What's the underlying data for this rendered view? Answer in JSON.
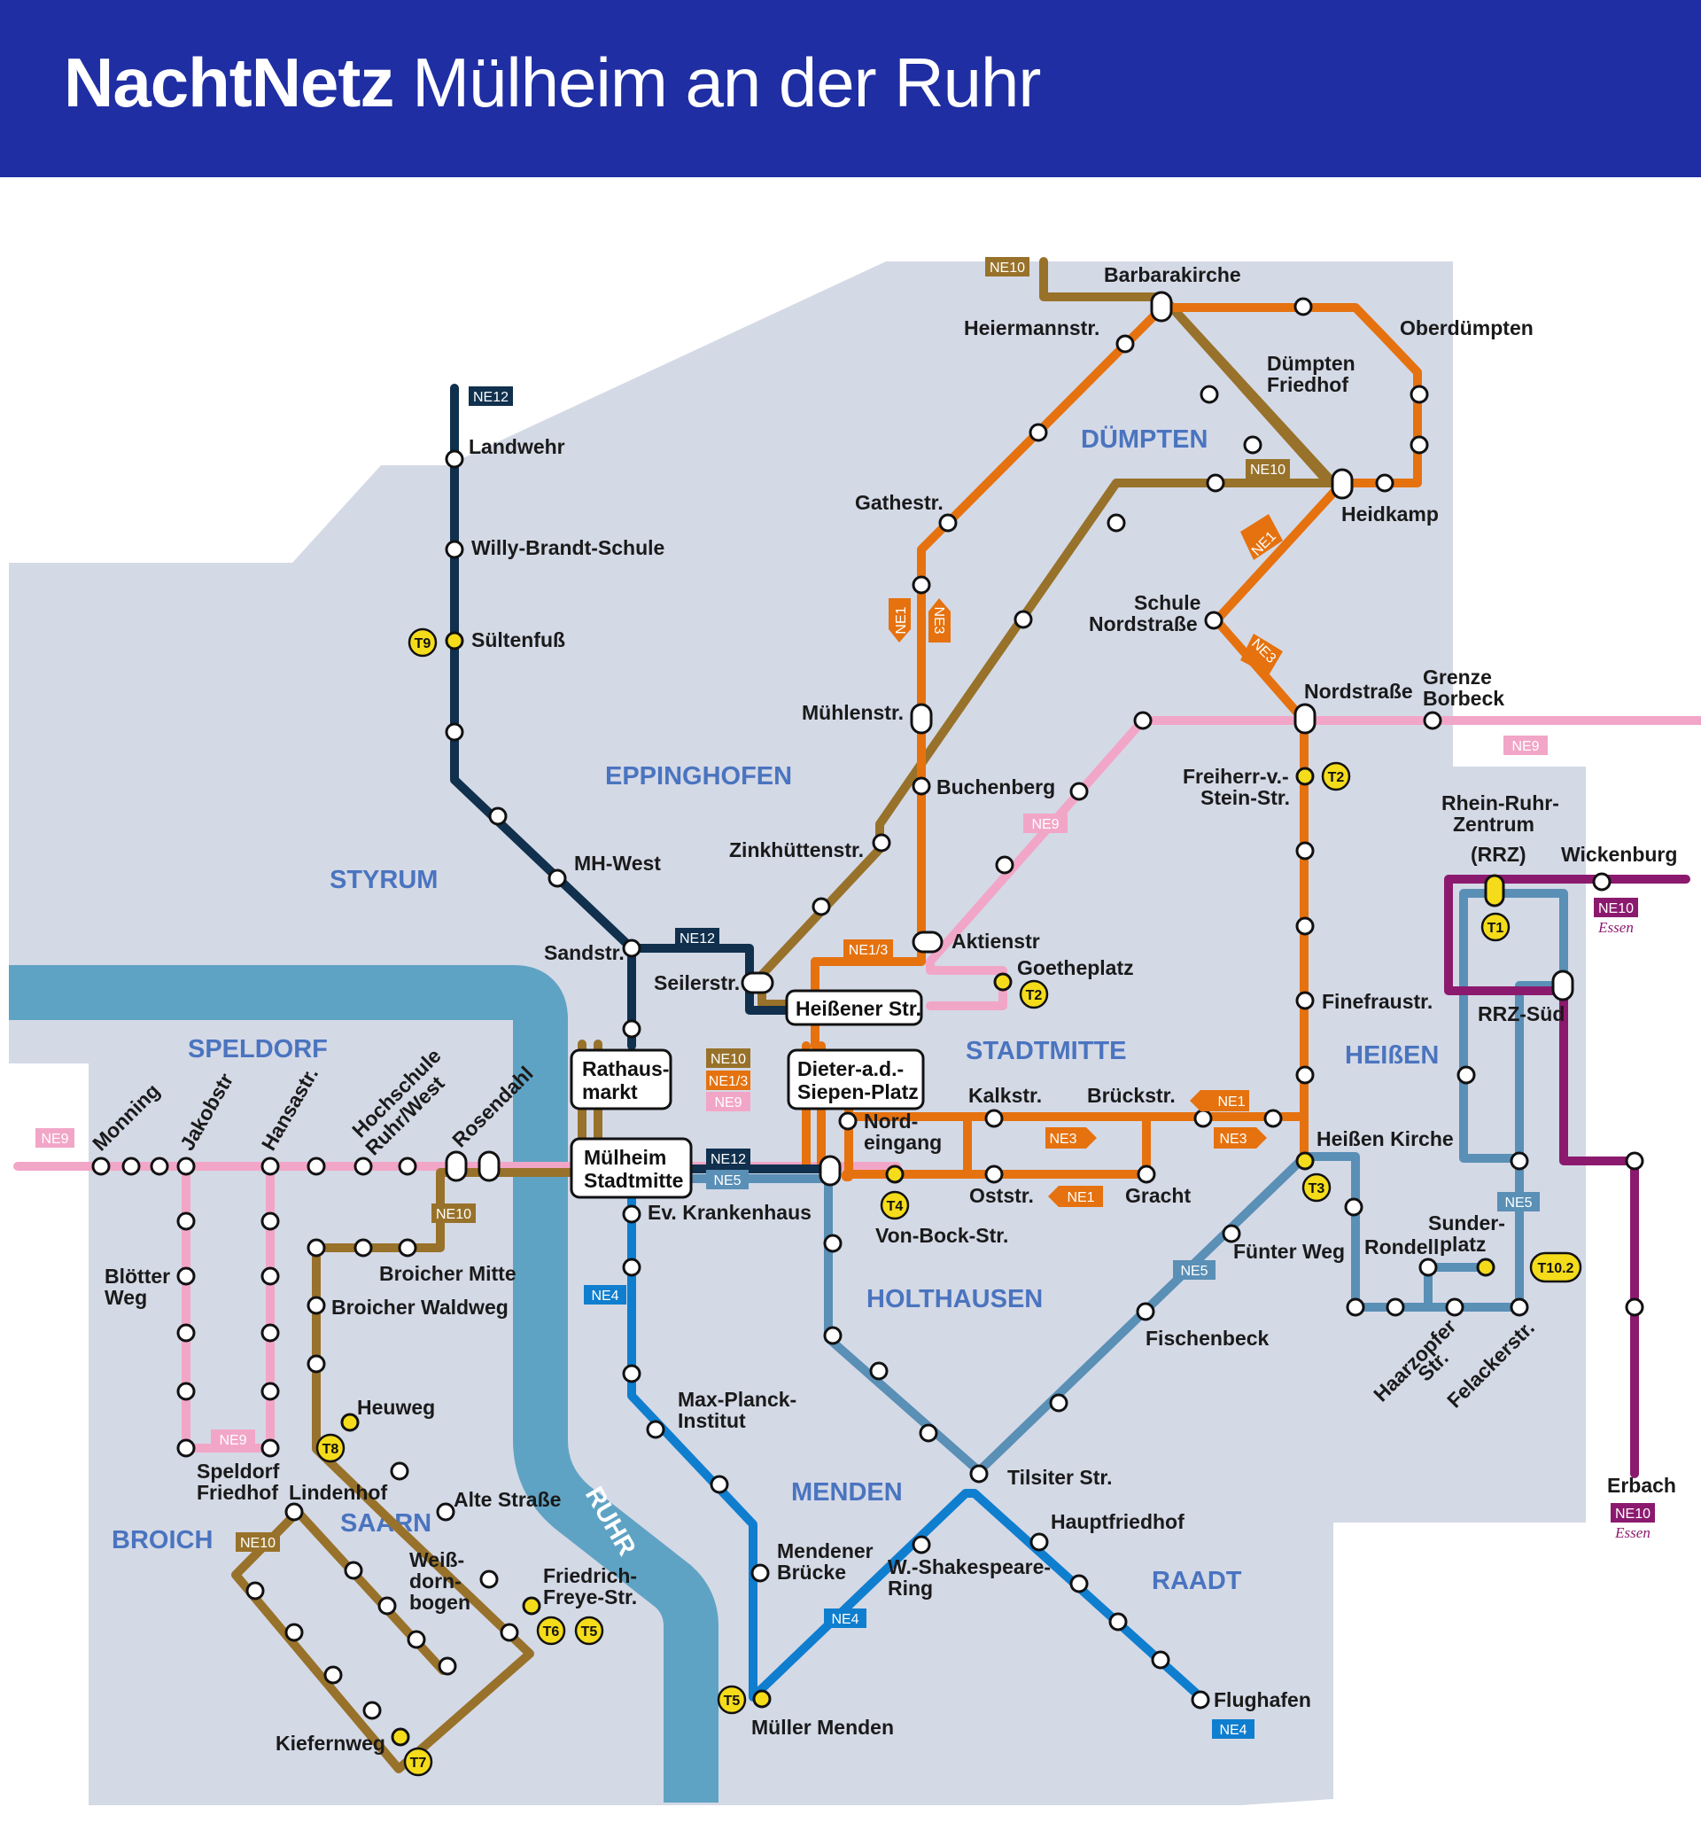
{
  "title": {
    "bold": "NachtNetz",
    "rest": " Mülheim an der Ruhr"
  },
  "colors": {
    "header": "#1f2ea3",
    "area": "#d4d9e6",
    "river": "#5fa3c4",
    "NE1": "#e5720f",
    "NE3": "#e5720f",
    "NE4": "#0f7ecf",
    "NE5": "#5a8fb6",
    "NE9": "#f2a6c7",
    "NE10": "#98722a",
    "NE12": "#10304d",
    "NE10_Essen": "#8b1a6f",
    "tram": "#f5dc1a"
  },
  "river_label": "RUHR",
  "districts": [
    "DÜMPTEN",
    "EPPINGHOFEN",
    "STYRUM",
    "SPELDORF",
    "STADTMITTE",
    "HEIßEN",
    "HOLTHAUSEN",
    "MENDEN",
    "BROICH",
    "SAARN",
    "RAADT"
  ],
  "hubs": {
    "h1": [
      "Heißener Str."
    ],
    "h2": [
      "Rathaus-",
      "markt"
    ],
    "h3": [
      "Dieter-a.d.-",
      "Siepen-Platz"
    ],
    "h4": [
      "Mülheim",
      "Stadtmitte"
    ]
  },
  "stations": [
    "Barbarakirche",
    "Heiermannstr.",
    "Oberdümpten",
    "Dümpten",
    "Friedhof",
    "Gathestr.",
    "Heidkamp",
    "Schule",
    "Nordstraße",
    "Landwehr",
    "Willy-Brandt-Schule",
    "Sültenfuß",
    "Nordstraße",
    "Grenze",
    "Borbeck",
    "Mühlenstr.",
    "Buchenberg",
    "Freiherr-v.-",
    "Stein-Str.",
    "Rhein-Ruhr-",
    "Zentrum",
    "(RRZ)",
    "Wickenburg",
    "MH-West",
    "Zinkhüttenstr.",
    "Sandstr.",
    "Aktienstr",
    "Seilerstr.",
    "Goetheplatz",
    "Finefraustr.",
    "RRZ-Süd",
    "Kalkstr.",
    "Brückstr.",
    "Nord-",
    "eingang",
    "Heißen Kirche",
    "Monning",
    "Jakobstr",
    "Hansastr.",
    "Hochschule",
    "Ruhr/West",
    "Rosendahl",
    "Oststr.",
    "Gracht",
    "Von-Bock-Str.",
    "Ev. Krankenhaus",
    "Broicher Mitte",
    "Fünter Weg",
    "Rondell",
    "Sunder-",
    "platz",
    "Blötter",
    "Weg",
    "Broicher Waldweg",
    "Fischenbeck",
    "Haarzopfer",
    "Str.",
    "Felackerstr.",
    "Heuweg",
    "Max-Planck-",
    "Institut",
    "Tilsiter Str.",
    "Erbach",
    "Speldorf",
    "Friedhof",
    "Lindenhof",
    "Alte Straße",
    "Hauptfriedhof",
    "Weiß-",
    "dorn-",
    "bogen",
    "Friedrich-",
    "Freye-Str.",
    "Mendener",
    "Brücke",
    "W.-Shakespeare-",
    "Ring",
    "Kiefernweg",
    "Müller Menden",
    "Flughafen"
  ],
  "line_labels": [
    "NE10",
    "NE12",
    "NE1",
    "NE3",
    "NE1",
    "NE3",
    "NE10",
    "NE9",
    "NE9",
    "NE12",
    "NE1/3",
    "NE10",
    "NE10",
    "NE1/3",
    "NE9",
    "NE1",
    "NE3",
    "NE3",
    "NE12",
    "NE5",
    "NE9",
    "NE10",
    "NE1",
    "NE5",
    "NE5",
    "NE4",
    "NE9",
    "NE10",
    "NE4",
    "NE10",
    "NE4"
  ],
  "essen": "Essen",
  "trams": [
    "T9",
    "T2",
    "T1",
    "T2",
    "T3",
    "T4",
    "T10.2",
    "T8",
    "T6",
    "T5",
    "T5",
    "T7"
  ]
}
